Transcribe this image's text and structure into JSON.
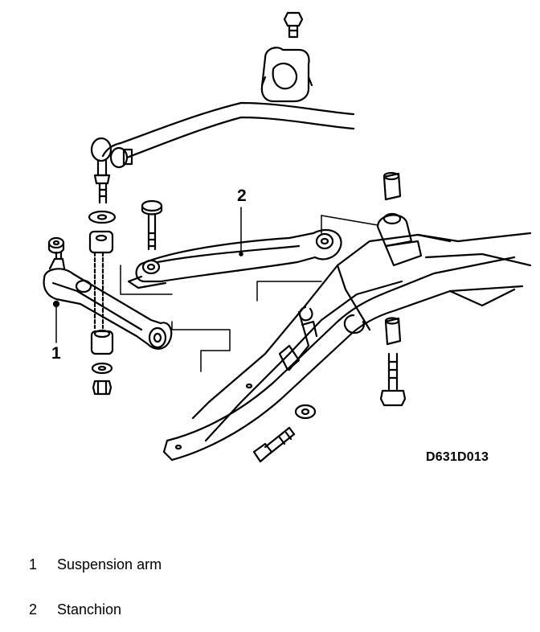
{
  "figure": {
    "code": "D631D013",
    "callouts": {
      "arm": "1",
      "stanchion": "2"
    }
  },
  "legend": [
    {
      "number": "1",
      "label": "Suspension arm"
    },
    {
      "number": "2",
      "label": "Stanchion"
    }
  ]
}
